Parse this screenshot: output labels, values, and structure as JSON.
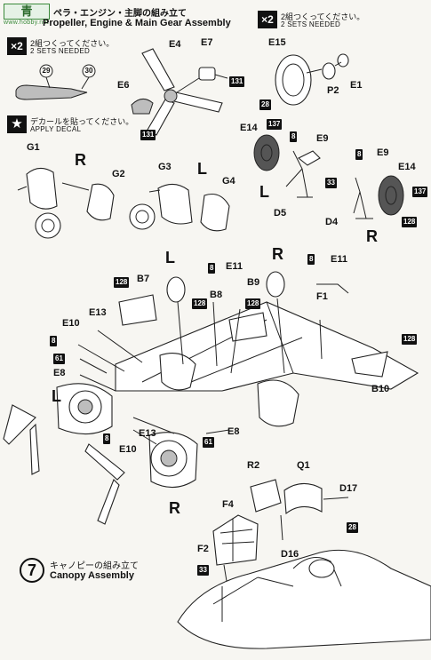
{
  "header": {
    "logo": "青",
    "title_jp": "ペラ・エンジン・主脚の組み立て",
    "title_en": "Propeller, Engine & Main Gear Assembly",
    "watermark": "www.hobby.net"
  },
  "notes": {
    "x2": "×2",
    "sets_jp": "2組つくってください。",
    "sets_en": "2 SETS NEEDED",
    "decal_jp": "デカールを貼ってください。",
    "decal_en": "APPLY DECAL"
  },
  "side_labels": {
    "right": "R",
    "left": "L"
  },
  "decal_numbers": {
    "d29": "29",
    "d30": "30",
    "d28": "28",
    "d137": "137",
    "d131": "131",
    "d128": "128",
    "d61": "61",
    "d8": "8",
    "d33": "33"
  },
  "parts": {
    "E1": "E1",
    "E4": "E4",
    "E6": "E6",
    "E7": "E7",
    "E8": "E8",
    "E9": "E9",
    "E10": "E10",
    "E11": "E11",
    "E13": "E13",
    "E14": "E14",
    "E15": "E15",
    "G1": "G1",
    "G2": "G2",
    "G3": "G3",
    "G4": "G4",
    "P2": "P2",
    "D4": "D4",
    "D5": "D5",
    "D16": "D16",
    "D17": "D17",
    "B7": "B7",
    "B8": "B8",
    "B9": "B9",
    "B10": "B10",
    "F1": "F1",
    "F2": "F2",
    "F4": "F4",
    "R2": "R2",
    "Q1": "Q1"
  },
  "step7": {
    "number": "7",
    "title_jp": "キャノピーの組み立て",
    "title_en": "Canopy Assembly"
  }
}
